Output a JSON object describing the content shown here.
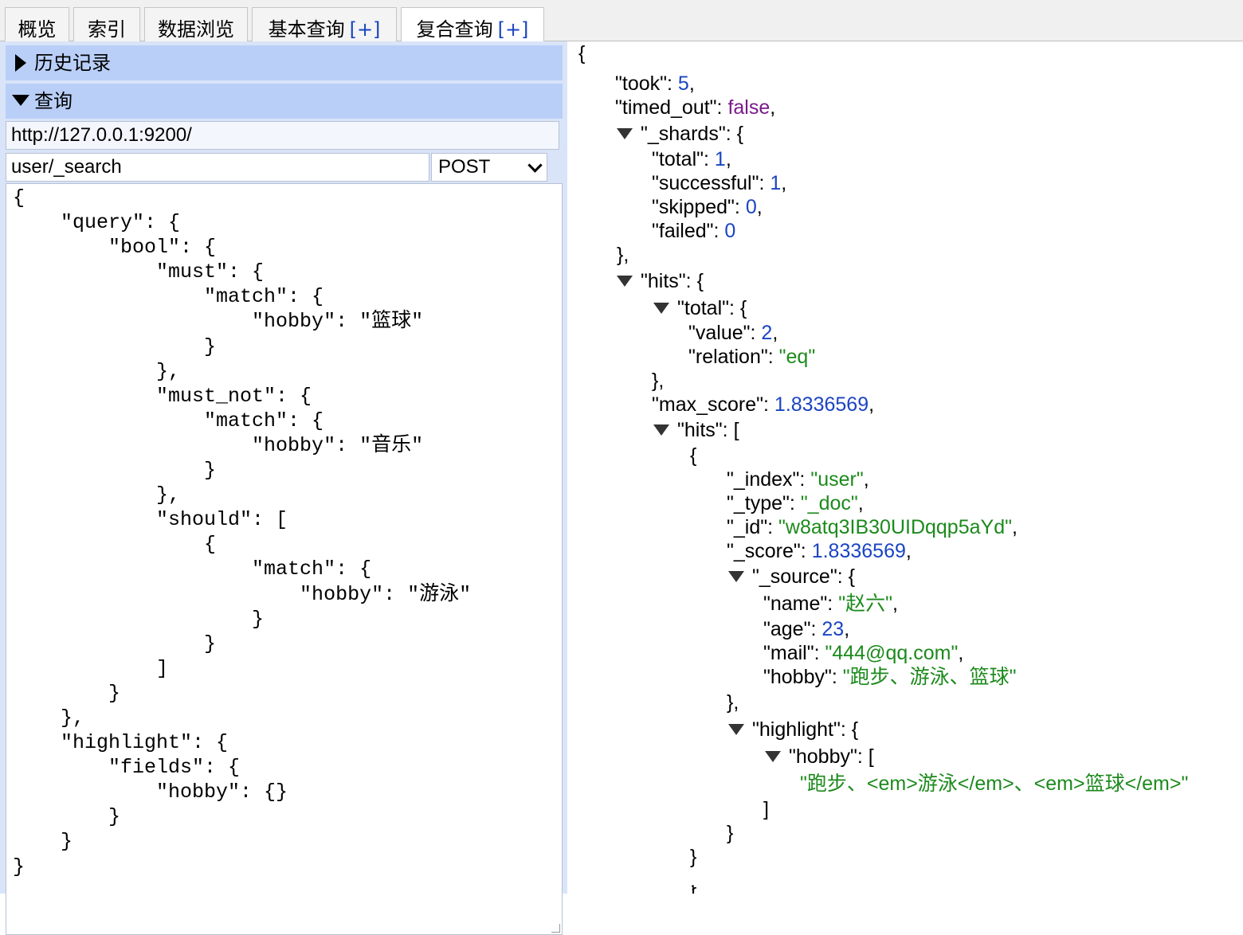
{
  "tabs": [
    {
      "label": "概览",
      "plus": ""
    },
    {
      "label": "索引",
      "plus": ""
    },
    {
      "label": "数据浏览",
      "plus": ""
    },
    {
      "label": "基本查询",
      "plus": "[+]"
    },
    {
      "label": "复合查询",
      "plus": "[+]"
    }
  ],
  "left": {
    "history_label": "历史记录",
    "query_label": "查询",
    "url": "http://127.0.0.1:9200/",
    "path": "user/_search",
    "method": "POST",
    "body": "{\n    \"query\": {\n        \"bool\": {\n            \"must\": {\n                \"match\": {\n                    \"hobby\": \"篮球\"\n                }\n            },\n            \"must_not\": {\n                \"match\": {\n                    \"hobby\": \"音乐\"\n                }\n            },\n            \"should\": [\n                {\n                    \"match\": {\n                        \"hobby\": \"游泳\"\n                    }\n                }\n            ]\n        }\n    },\n    \"highlight\": {\n        \"fields\": {\n            \"hobby\": {}\n        }\n    }\n}"
  },
  "result": {
    "lines": [
      {
        "t": "{"
      },
      {
        "k": "\"took\"",
        "v": "5",
        "c": "n",
        "e": ","
      },
      {
        "k": "\"timed_out\"",
        "v": "false",
        "c": "b",
        "e": ","
      },
      {
        "tg": true,
        "k": "\"_shards\"",
        "t2": "{"
      },
      {
        "k": "\"total\"",
        "v": "1",
        "c": "n",
        "e": ","
      },
      {
        "k": "\"successful\"",
        "v": "1",
        "c": "n",
        "e": ","
      },
      {
        "k": "\"skipped\"",
        "v": "0",
        "c": "n",
        "e": ","
      },
      {
        "k": "\"failed\"",
        "v": "0",
        "c": "n",
        "e": ""
      },
      {
        "t": "},"
      },
      {
        "tg": true,
        "k": "\"hits\"",
        "t2": "{"
      },
      {
        "tg": true,
        "k": "\"total\"",
        "t2": "{"
      },
      {
        "k": "\"value\"",
        "v": "2",
        "c": "n",
        "e": ","
      },
      {
        "k": "\"relation\"",
        "v": "\"eq\"",
        "c": "s",
        "e": ""
      },
      {
        "t": "},"
      },
      {
        "k": "\"max_score\"",
        "v": "1.8336569",
        "c": "n",
        "e": ","
      },
      {
        "tg": true,
        "k": "\"hits\"",
        "t2": "["
      },
      {
        "t": "{"
      },
      {
        "k": "\"_index\"",
        "v": "\"user\"",
        "c": "s",
        "e": ","
      },
      {
        "k": "\"_type\"",
        "v": "\"_doc\"",
        "c": "s",
        "e": ","
      },
      {
        "k": "\"_id\"",
        "v": "\"w8atq3IB30UIDqqp5aYd\"",
        "c": "s",
        "e": ","
      },
      {
        "k": "\"_score\"",
        "v": "1.8336569",
        "c": "n",
        "e": ","
      },
      {
        "tg": true,
        "k": "\"_source\"",
        "t2": "{"
      },
      {
        "k": "\"name\"",
        "v": "\"赵六\"",
        "c": "s",
        "e": ","
      },
      {
        "k": "\"age\"",
        "v": "23",
        "c": "n",
        "e": ","
      },
      {
        "k": "\"mail\"",
        "v": "\"444@qq.com\"",
        "c": "s",
        "e": ","
      },
      {
        "k": "\"hobby\"",
        "v": "\"跑步、游泳、篮球\"",
        "c": "s",
        "e": ""
      },
      {
        "t": "},"
      },
      {
        "tg": true,
        "k": "\"highlight\"",
        "t2": "{"
      },
      {
        "tg": true,
        "k": "\"hobby\"",
        "t2": "["
      },
      {
        "sv": "\"跑步、<em>游泳</em>、<em>篮球</em>\""
      },
      {
        "t": "]"
      },
      {
        "t": "}"
      },
      {
        "t": "}"
      },
      {
        "t": ","
      },
      {
        "t": "{"
      }
    ]
  }
}
